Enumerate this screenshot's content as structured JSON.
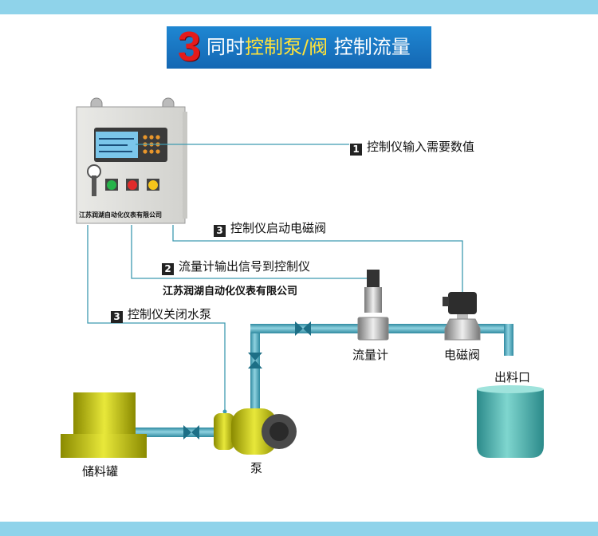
{
  "title": {
    "number": "3",
    "prefix": "同时",
    "highlight": "控制泵/阀",
    "suffix": " 控制流量"
  },
  "steps": [
    {
      "num": "1",
      "text": "控制仪输入需要数值"
    },
    {
      "num": "3",
      "text": "控制仪启动电磁阀"
    },
    {
      "num": "2",
      "text": "流量计输出信号到控制仪"
    },
    {
      "num": "3",
      "text": "控制仪关闭水泵"
    }
  ],
  "company_name": "江苏润湖自动化仪表有限公司",
  "cabinet_label": "江苏润湖自动化仪表有限公司",
  "components": {
    "flowmeter": "流量计",
    "valve": "电磁阀",
    "outlet": "出料口",
    "tank": "储料罐",
    "pump": "泵"
  },
  "colors": {
    "pipe": "#4aa3b8",
    "wire": "#3e9ab0",
    "title_bg": "#1a79c6",
    "highlight": "#ffe23a",
    "accent_red": "#e41b1b"
  }
}
